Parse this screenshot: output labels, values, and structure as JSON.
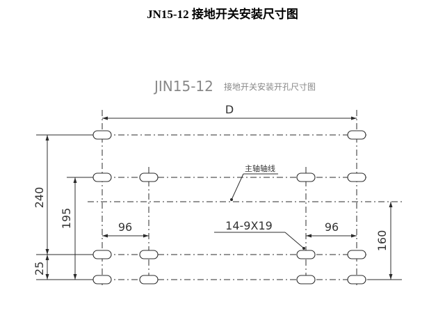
{
  "page": {
    "title": "JN15-12 接地开关安装尺寸图"
  },
  "drawing": {
    "title_code": "JIN15-12",
    "title_cn": "接地开关安装开孔尺寸图",
    "dimensions": {
      "width_label": "D",
      "height_outer": "240",
      "height_inner": "195",
      "height_bottom": "25",
      "height_right": "160",
      "offset_left": "96",
      "offset_right": "96",
      "holes": "14-9X19"
    },
    "annotation": {
      "main_shaft": "主轴轴线"
    }
  }
}
